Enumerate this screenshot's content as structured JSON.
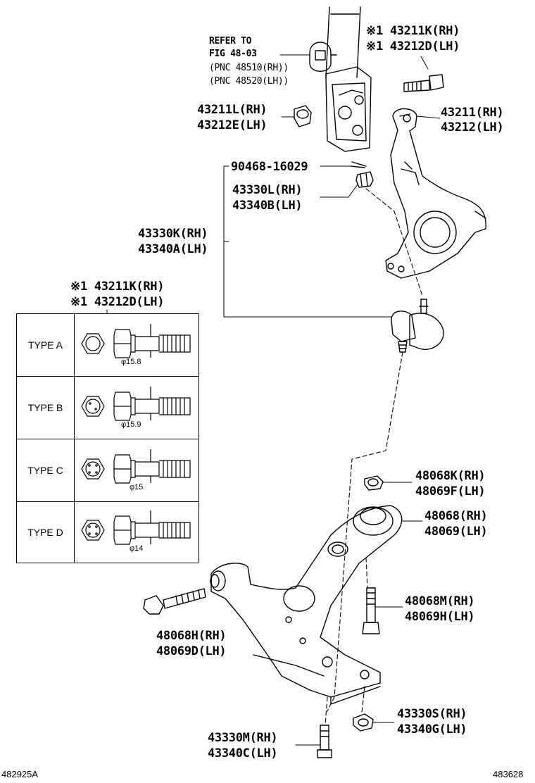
{
  "labels": {
    "refer_line1": "REFER TO",
    "refer_line2": "FIG 48-03",
    "refer_line3": "(PNC 48510(RH))",
    "refer_line4": "(PNC 48520(LH))",
    "top_bolt_rh": "※1 43211K(RH)",
    "top_bolt_lh": "※1 43212D(LH)",
    "nut_upper_rh": "43211L(RH)",
    "nut_upper_lh": "43212E(LH)",
    "knuckle_rh": "43211(RH)",
    "knuckle_lh": "43212(LH)",
    "cotter_pin": "90468-16029",
    "castle_nut_rh": "43330L(RH)",
    "castle_nut_lh": "43340B(LH)",
    "ball_joint_rh": "43330K(RH)",
    "ball_joint_lh": "43340A(LH)",
    "table_bolt_rh": "※1 43211K(RH)",
    "table_bolt_lh": "※1 43212D(LH)",
    "bush_nut_rh": "48068K(RH)",
    "bush_nut_lh": "48069F(LH)",
    "arm_rh": "48068(RH)",
    "arm_lh": "48069(LH)",
    "rear_bolt_rh": "48068M(RH)",
    "rear_bolt_lh": "48069H(LH)",
    "front_bolt_rh": "48068H(RH)",
    "front_bolt_lh": "48069D(LH)",
    "lower_nut_rh": "43330S(RH)",
    "lower_nut_lh": "43340G(LH)",
    "lower_bolt_rh": "43330M(RH)",
    "lower_bolt_lh": "43340C(LH)"
  },
  "types": [
    {
      "name": "TYPE A",
      "diameter": "φ15.8"
    },
    {
      "name": "TYPE B",
      "diameter": "φ15.9"
    },
    {
      "name": "TYPE C",
      "diameter": "φ15"
    },
    {
      "name": "TYPE D",
      "diameter": "φ14"
    }
  ],
  "footer": {
    "left_code": "482925A",
    "right_code": "483628"
  }
}
